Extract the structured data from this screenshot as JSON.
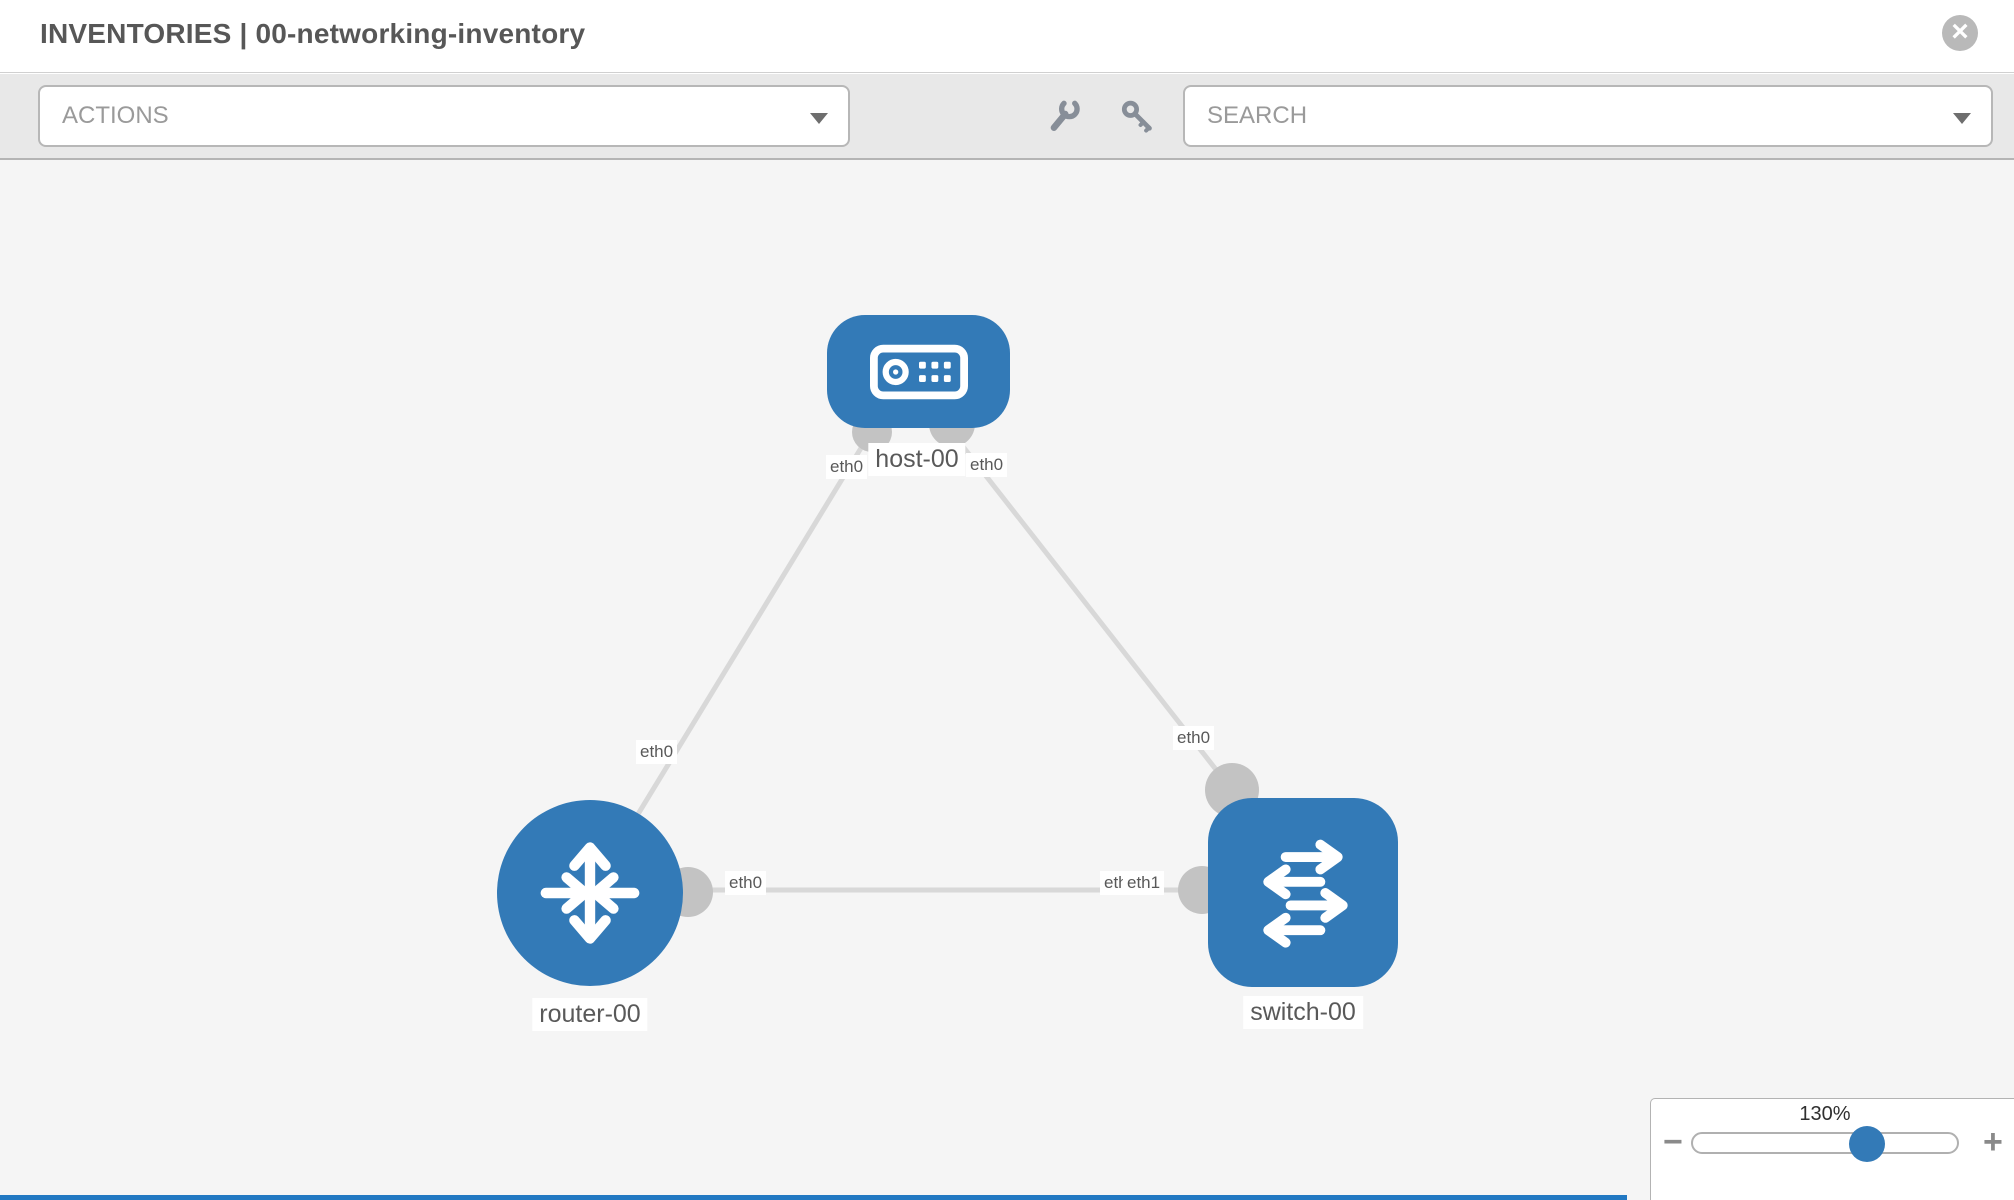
{
  "header": {
    "title": "INVENTORIES | 00-networking-inventory",
    "close": "×"
  },
  "toolbar": {
    "actions_label": "ACTIONS",
    "search_label": "SEARCH",
    "icons": [
      "wrench-icon",
      "key-icon"
    ]
  },
  "topology": {
    "nodes": [
      {
        "label": "host-00",
        "type": "host"
      },
      {
        "label": "router-00",
        "type": "router"
      },
      {
        "label": "switch-00",
        "type": "switch"
      }
    ],
    "links": [
      {
        "from": "host-00",
        "from_interface": "eth0",
        "to": "router-00",
        "to_interface": "eth0"
      },
      {
        "from": "host-00",
        "from_interface": "eth0",
        "to": "switch-00",
        "to_interface": "eth0"
      },
      {
        "from": "router-00",
        "from_interface": "eth0",
        "to": "switch-00",
        "to_interface": "eth1"
      }
    ],
    "occluded_interface_label": "eth0"
  },
  "zoom_control": {
    "level": "130%",
    "minus": "−",
    "plus": "+"
  },
  "colors": {
    "node_blue": "#337ab7",
    "link_gray": "#d8d8d8",
    "connector_gray": "#c3c3c3",
    "toolbar_gray": "#e8e8e8",
    "canvas_gray": "#f5f5f5",
    "bottom_bar_blue": "#2178c2"
  }
}
